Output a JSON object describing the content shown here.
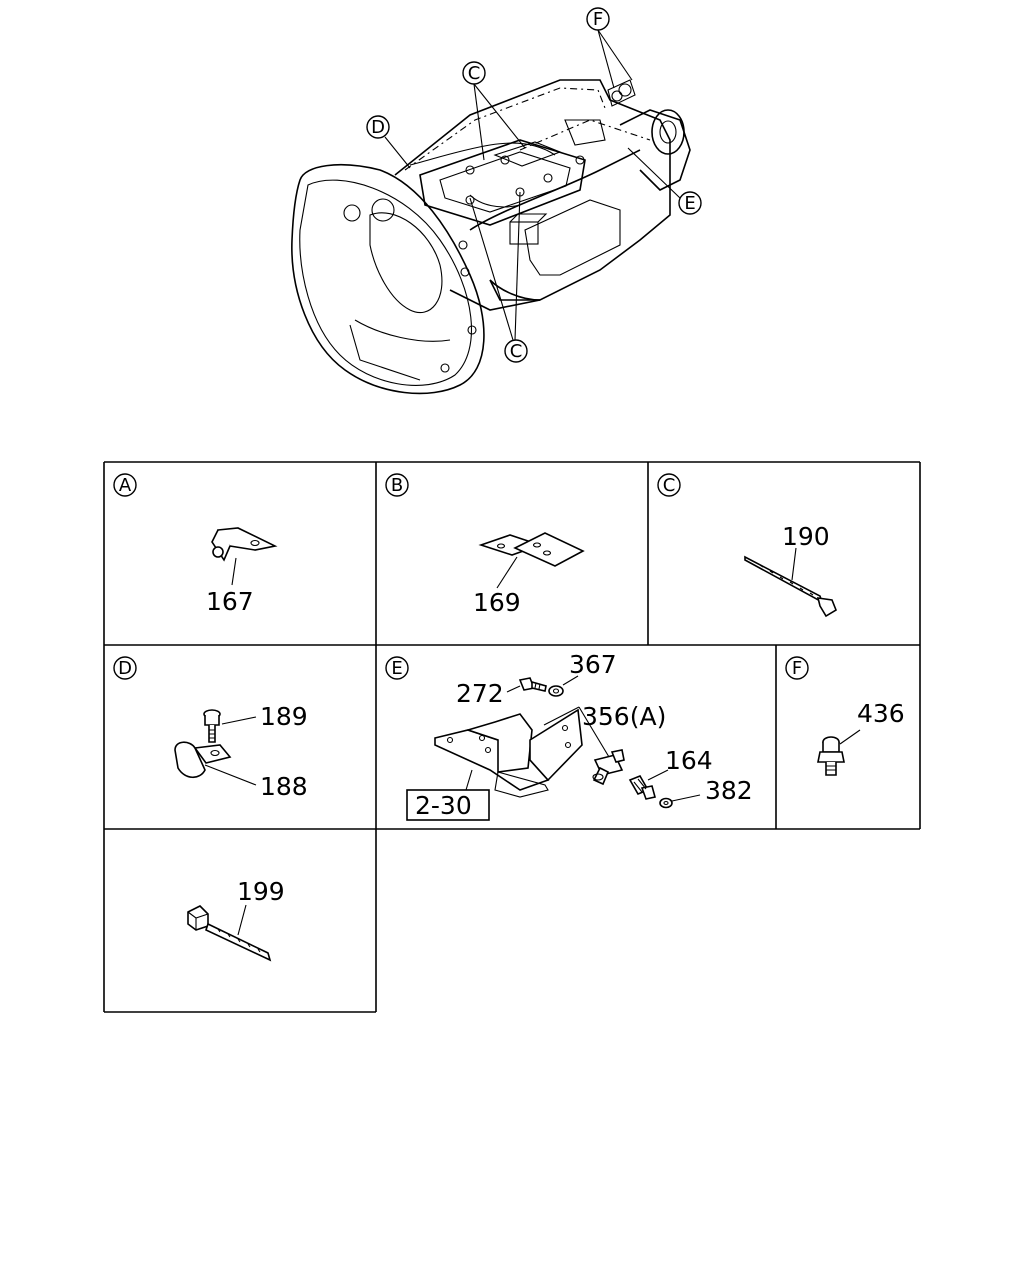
{
  "overview": {
    "callouts": [
      "F",
      "C",
      "D",
      "E",
      "C"
    ]
  },
  "panels": [
    {
      "letter": "A",
      "parts": [
        "167"
      ]
    },
    {
      "letter": "B",
      "parts": [
        "169"
      ]
    },
    {
      "letter": "C",
      "parts": [
        "190"
      ]
    },
    {
      "letter": "D",
      "parts": [
        "189",
        "188"
      ]
    },
    {
      "letter": "E",
      "parts": [
        "367",
        "272",
        "356(A)",
        "164",
        "382"
      ],
      "reference": "2-30"
    },
    {
      "letter": "F",
      "parts": [
        "436"
      ]
    },
    {
      "letter": "",
      "parts": [
        "199"
      ]
    }
  ]
}
